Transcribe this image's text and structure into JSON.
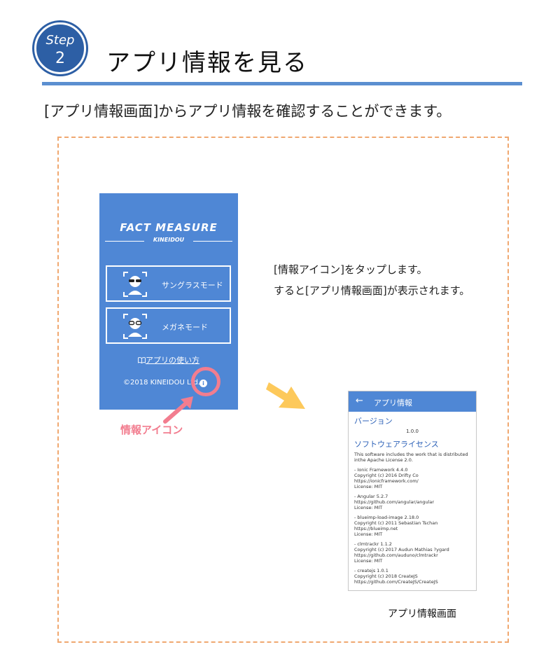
{
  "step": {
    "word": "Step",
    "number": "2"
  },
  "header": {
    "title": "アプリ情報を見る"
  },
  "intro": "[アプリ情報画面]からアプリ情報を確認することができます。",
  "phone": {
    "logo_main": "FACT MEASURE",
    "logo_sub": "KINEIDOU",
    "mode_sunglasses": "サングラスモード",
    "mode_glasses": "メガネモード",
    "howto_link": "アプリの使い方",
    "copyright": "©2018 KINEIDOU Ltd.",
    "info_icon_glyph": "i"
  },
  "callout": {
    "info_caption": "情報アイコン"
  },
  "description": {
    "line1": "[情報アイコン]をタップします。",
    "line2": "すると[アプリ情報画面]が表示されます。"
  },
  "screen": {
    "back_glyph": "←",
    "title": "アプリ情報",
    "version_heading": "バージョン",
    "version": "1.0.0",
    "license_heading": "ソフトウェアライセンス",
    "paragraphs": [
      [
        "This software includes the work that is distributed",
        "inthe Apache License 2.0."
      ],
      [
        "- Ionic Framework 4.4.0",
        "Copyright (c) 2016 Drifty Co",
        "https://ionicframework.com/",
        "License: MIT"
      ],
      [
        "- Angular 5.2.7",
        "https://github.com/angular/angular",
        "License: MIT"
      ],
      [
        "- blueimp-load-image 2.18.0",
        "Copyright (c) 2011 Sebastian Tschan",
        "https://blueimp.net",
        "License: MIT"
      ],
      [
        "- clmtrackr 1.1.2",
        "Copyright (c) 2017 Audun Mathias ?ygard",
        "https://github.com/auduno/clmtrackr",
        "License: MIT"
      ],
      [
        "- createjs 1.0.1",
        "Copyright (c) 2018 CreateJS",
        "https://github.com/CreateJS/CreateJS"
      ]
    ],
    "caption": "アプリ情報画面"
  },
  "colors": {
    "accent_blue": "#4f87d5",
    "badge_blue": "#2d5fa5",
    "pink": "#f27d8f",
    "yellow": "#fdc95b",
    "dash_orange": "#f0a870"
  }
}
